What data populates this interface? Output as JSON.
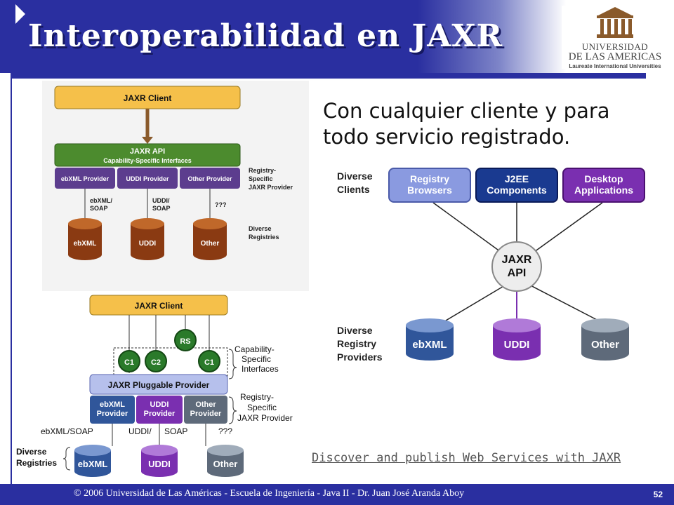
{
  "header": {
    "title": "Interoperabilidad en JAXR",
    "logo": {
      "line1": "UNIVERSIDAD",
      "line2": "DE LAS AMERICAS",
      "tagline": "Laureate International Universities"
    }
  },
  "content": {
    "subtitle_line1": "Con cualquier cliente y para",
    "subtitle_line2": "todo servicio registrado.",
    "link": "Discover and publish Web Services with JAXR"
  },
  "diagram1": {
    "client": "JAXR Client",
    "api_title": "JAXR API",
    "api_sub": "Capability-Specific Interfaces",
    "providers": [
      "ebXML Provider",
      "UDDI Provider",
      "Other Provider"
    ],
    "side_labels": {
      "provider": [
        "Registry-",
        "Specific",
        "JAXR Provider"
      ],
      "registries": [
        "Diverse",
        "Registries"
      ]
    },
    "protocols": [
      [
        "ebXML/",
        "SOAP"
      ],
      [
        "UDDI/",
        "SOAP"
      ],
      [
        "???"
      ]
    ],
    "registries": [
      "ebXML",
      "UDDI",
      "Other"
    ]
  },
  "diagram2": {
    "client": "JAXR Client",
    "rs": "RS",
    "caps": [
      "C1",
      "C2",
      "C1"
    ],
    "cap_label": [
      "Capability-",
      "Specific",
      "Interfaces"
    ],
    "pluggable": "JAXR Pluggable Provider",
    "providers": [
      [
        "ebXML",
        "Provider"
      ],
      [
        "UDDI",
        "Provider"
      ],
      [
        "Other",
        "Provider"
      ]
    ],
    "provider_label": [
      "Registry-",
      "Specific",
      "JAXR Provider"
    ],
    "protocols": [
      "ebXML/SOAP",
      "UDDI/",
      "SOAP",
      "???"
    ],
    "registries_label": [
      "Diverse",
      "Registries"
    ],
    "registries": [
      "ebXML",
      "UDDI",
      "Other"
    ]
  },
  "diagram3": {
    "clients_label": [
      "Diverse",
      "Clients"
    ],
    "clients": [
      [
        "Registry",
        "Browsers"
      ],
      [
        "J2EE",
        "Components"
      ],
      [
        "Desktop",
        "Applications"
      ]
    ],
    "api": [
      "JAXR",
      "API"
    ],
    "providers_label": [
      "Diverse",
      "Registry",
      "Providers"
    ],
    "registries": [
      "ebXML",
      "UDDI",
      "Other"
    ]
  },
  "footer": {
    "text": "© 2006 Universidad de Las Américas  -  Escuela de Ingeniería  -  Java II  -  Dr. Juan José Aranda Aboy",
    "page": "52"
  },
  "colors": {
    "primary": "#2a2fa0",
    "client_yellow": "#f5c04a",
    "api_green": "#4c8b2e",
    "provider_purple": "#5c3d8e",
    "uddi": "#7a2fb0",
    "ebxml": "#30569a",
    "other": "#5e6a7a"
  }
}
